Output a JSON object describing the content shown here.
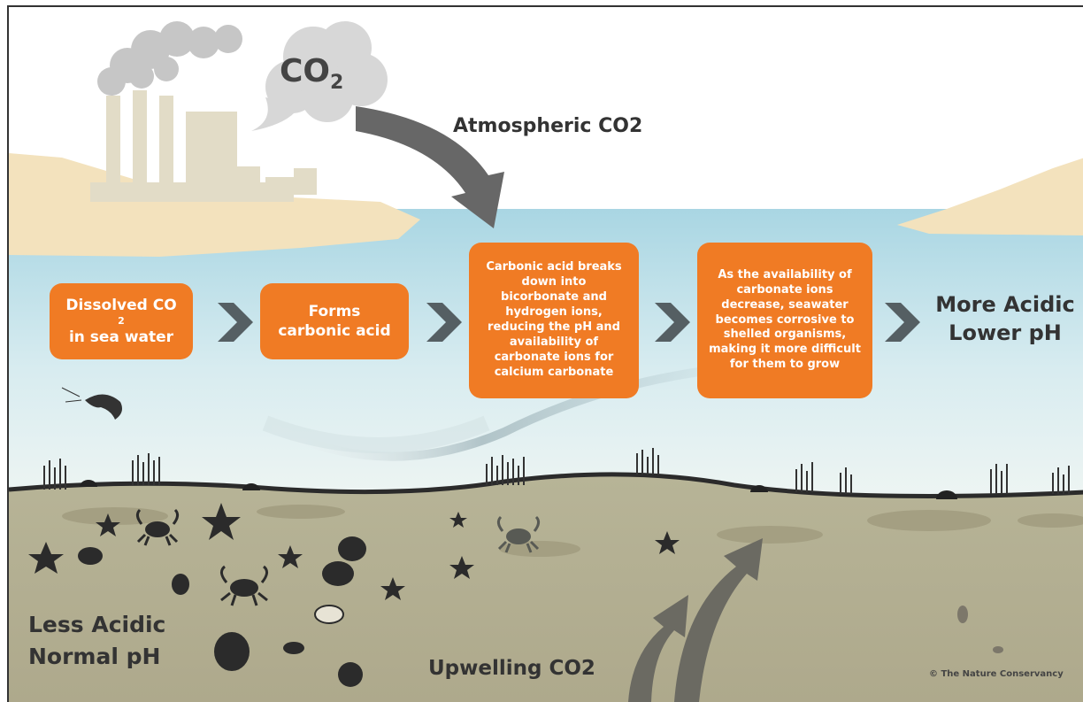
{
  "cloud_label": "CO",
  "cloud_sub": "2",
  "atmospheric_label": "Atmospheric CO2",
  "steps": [
    {
      "main": "Dissolved CO",
      "sub": "2",
      "tail": "in sea water"
    },
    {
      "text": "Forms carbonic acid"
    },
    {
      "text": "Carbonic acid breaks down into bicorbonate and hydrogen ions, reducing the pH and availability of carbonate ions for calcium carbonate"
    },
    {
      "text": "As the availability of carbonate ions decrease, seawater becomes corrosive to shelled organisms, making it more difficult for them to grow"
    }
  ],
  "more_acidic": "More Acidic",
  "lower_ph": "Lower pH",
  "less_acidic": "Less Acidic",
  "normal_ph": "Normal pH",
  "upwelling": "Upwelling CO2",
  "credit": "© The Nature Conservancy",
  "colors": {
    "orange": "#f07b24",
    "chevron": "#555f63",
    "sand": "#f3e2bd",
    "sea_top": "#b4dbe6",
    "seabed": "#b5b196",
    "arrow": "#676767"
  }
}
